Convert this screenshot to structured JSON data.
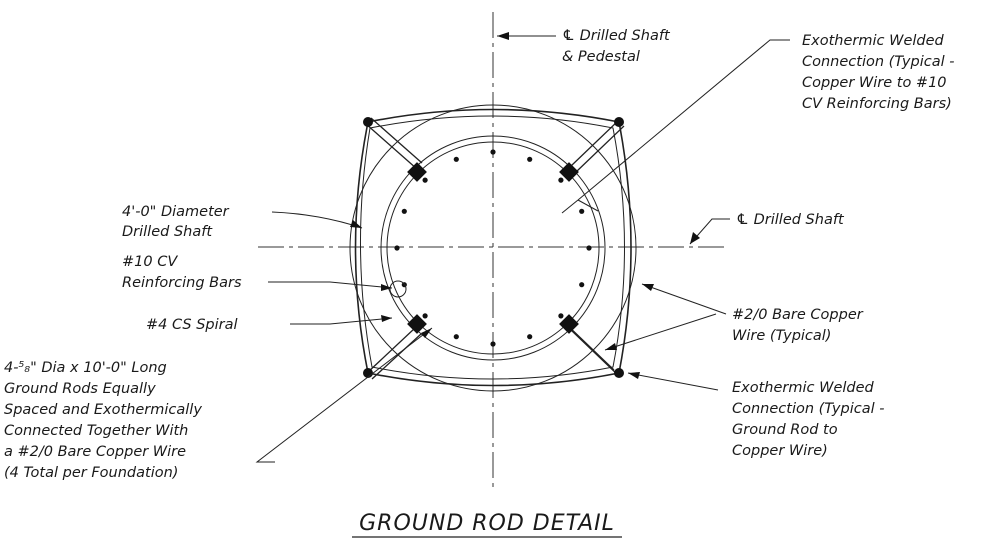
{
  "title": "GROUND ROD DETAIL",
  "labels": {
    "cl_shaft_pedestal": [
      "℄ Drilled Shaft",
      "& Pedestal"
    ],
    "exo_top": [
      "Exothermic Welded",
      "Connection (Typical -",
      "Copper Wire to #10",
      "CV Reinforcing Bars)"
    ],
    "cl_shaft": "℄ Drilled Shaft",
    "diameter": [
      "4'-0\" Diameter",
      "Drilled Shaft"
    ],
    "cv_bars": [
      "#10 CV",
      "Reinforcing Bars"
    ],
    "spiral": "#4 CS Spiral",
    "copper_wire": [
      "#2/0 Bare Copper",
      "Wire (Typical)"
    ],
    "exo_bottom": [
      "Exothermic Welded",
      "Connection (Typical -",
      "Ground Rod to",
      "Copper Wire)"
    ],
    "ground_rods": [
      "4-⁵₈\" Dia x 10'-0\" Long",
      "Ground Rods Equally",
      "Spaced and Exothermically",
      "Connected Together With",
      "a #2/0 Bare Copper Wire",
      "(4 Total per Foundation)"
    ]
  }
}
